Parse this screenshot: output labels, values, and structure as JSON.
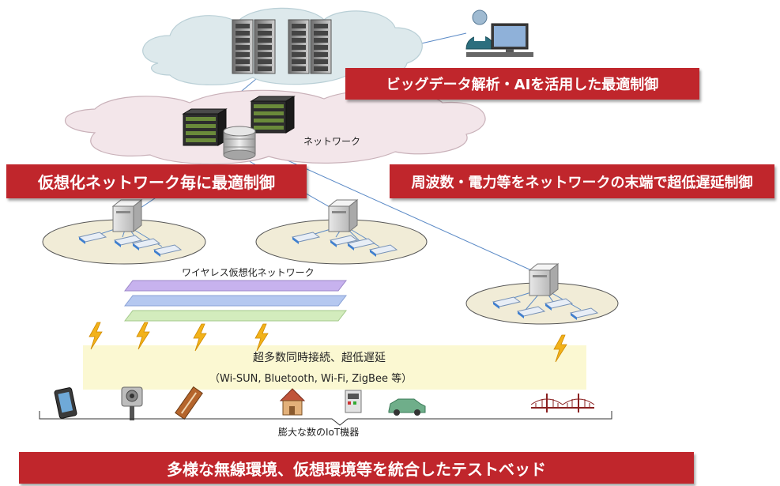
{
  "banners": {
    "top": "ビッグデータ解析・AIを活用した最適制御",
    "left": "仮想化ネットワーク毎に最適制御",
    "right": "周波数・電力等をネットワークの末端で超低遅延制御",
    "bottom": "多様な無線環境、仮想環境等を統合したテストベッド"
  },
  "labels": {
    "network": "ネットワーク",
    "wireless": "ワイヤレス仮想化ネットワーク",
    "connection_title": "超多数同時接続、超低遅延",
    "connection_sub": "（Wi-SUN, Bluetooth, Wi-Fi, ZigBee 等）",
    "devices": "膨大な数のIoT機器"
  },
  "colors": {
    "banner": "#c0262c",
    "cloud": "#f3e6ea",
    "cloud_top": "#dde9ec",
    "lightning": "#f2b21a",
    "highlight": "#fbf8d2",
    "layer_purple": "#c7b2ee",
    "layer_blue": "#b5c8f0",
    "layer_green": "#d3ecbd",
    "line": "#5b8ac6"
  }
}
